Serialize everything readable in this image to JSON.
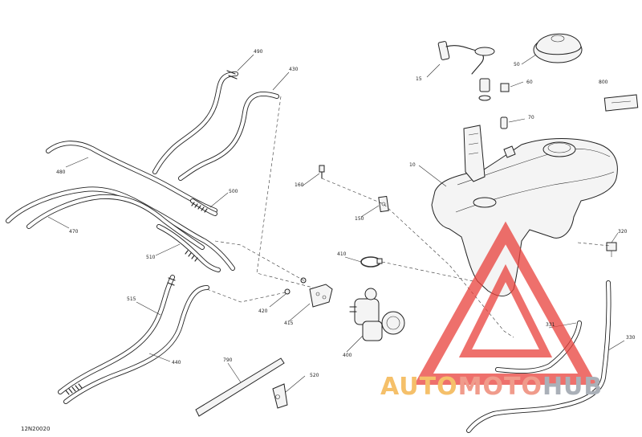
{
  "diagram_code": "12N20020",
  "callouts": [
    {
      "id": "c490",
      "text": "490"
    },
    {
      "id": "c430",
      "text": "430"
    },
    {
      "id": "c480",
      "text": "480"
    },
    {
      "id": "c500",
      "text": "500"
    },
    {
      "id": "c470",
      "text": "470"
    },
    {
      "id": "c510",
      "text": "510"
    },
    {
      "id": "c160",
      "text": "160"
    },
    {
      "id": "c150",
      "text": "150"
    },
    {
      "id": "c410",
      "text": "410"
    },
    {
      "id": "c420",
      "text": "420"
    },
    {
      "id": "c415",
      "text": "415"
    },
    {
      "id": "c400",
      "text": "400"
    },
    {
      "id": "c515",
      "text": "515"
    },
    {
      "id": "c440",
      "text": "440"
    },
    {
      "id": "c790",
      "text": "790"
    },
    {
      "id": "c520",
      "text": "520"
    },
    {
      "id": "c15",
      "text": "15"
    },
    {
      "id": "c50",
      "text": "50"
    },
    {
      "id": "c60",
      "text": "60"
    },
    {
      "id": "c70",
      "text": "70"
    },
    {
      "id": "c10",
      "text": "10"
    },
    {
      "id": "c800",
      "text": "800"
    },
    {
      "id": "c320",
      "text": "320"
    },
    {
      "id": "c331",
      "text": "331"
    },
    {
      "id": "c330",
      "text": "330"
    }
  ],
  "watermark": {
    "part1": "AUTO",
    "part2": "MOTO",
    "part3": "HUB",
    "colors": {
      "auto": "#f5c06a",
      "moto": "#f09b8b",
      "hub": "#aab0b8",
      "triangle": "#e9413b"
    }
  }
}
